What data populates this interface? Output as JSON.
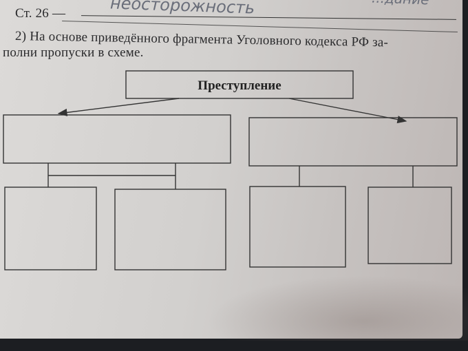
{
  "header": {
    "page_ref": "Ст. 26 —",
    "handwritten_answer": "неосторожность",
    "handwritten_top_right": "...дание"
  },
  "task": {
    "line1": "2) На основе приведённого фрагмента Уголовного кодекса РФ за-",
    "line2": "полни пропуски в схеме."
  },
  "diagram": {
    "root_label": "Преступление"
  }
}
